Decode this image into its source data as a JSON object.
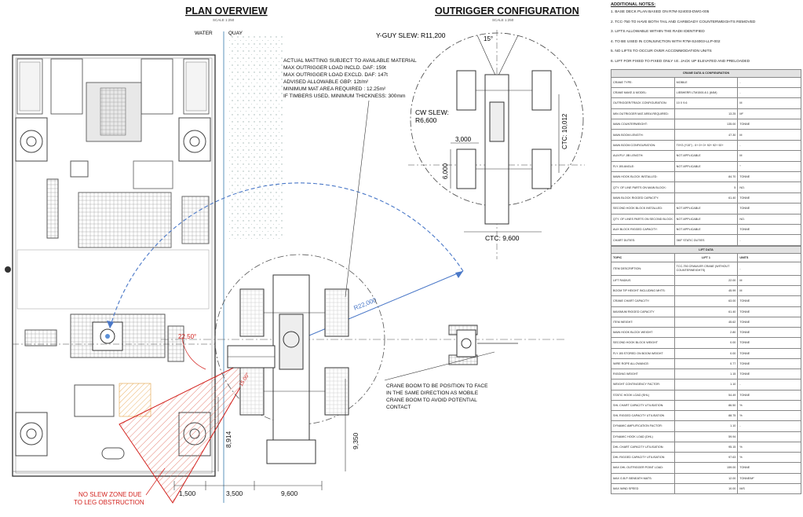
{
  "plan": {
    "title": "PLAN OVERVIEW",
    "scale": "SCALE 1:250",
    "water_label": "WATER",
    "quay_label": "QUAY",
    "matting_note": [
      "ACTUAL MATTING SUBJECT TO AVAILABLE MATERIAL",
      "MAX OUTRIGGER LOAD INCLD. DAF: 159t",
      "MAX OUTRIGGER LOAD EXCLD. DAF: 147t",
      "ADVISED ALLOWABLE GBP: 12t/m²",
      "MINIMUM MAT AREA REQUIRED : 12.25m²",
      "IF TIMBERS USED, MINIMUM THICKNESS: 300mm"
    ],
    "radius_label": "R22,000",
    "angle_label": "22.50°",
    "small_angle_label": "15.00°",
    "no_slew_note": [
      "NO SLEW ZONE DUE",
      "TO LEG OBSTRUCTION"
    ],
    "boom_note": [
      "CRANE BOOM TO BE POSITION TO FACE",
      "IN THE SAME DIRECTION AS MOBILE",
      "CRANE BOOM TO AVOID POTENTIAL",
      "CONTACT"
    ],
    "dims": {
      "d1": "1,500",
      "d2": "3,500",
      "d3": "9,600",
      "v1": "8,914",
      "v2": "9,350"
    }
  },
  "outrigger": {
    "title": "OUTRIGGER CONFIGURATION",
    "scale": "SCALE 1:250",
    "yguy": "Y-GUY SLEW: R11,200",
    "cw_slew": [
      "CW SLEW:",
      "R6,600"
    ],
    "angle": "15°",
    "d3000": "3,000",
    "d6000": "6,000",
    "ctc_v": "CTC: 10,012",
    "ctc_h": "CTC: 9,600"
  },
  "notes": {
    "title": "ADDITIONAL NOTES:",
    "items": [
      "1.  BASE DECK PLAN BASED ON R7M-S24003-DWG-005",
      "2.  TCC-750 TO HAVE BOTH TAIL AND CARBOADY COUNTERWEIGHTS REMOVED",
      "3.  LIFTS ALLOWABLE WITHIN THE RADII IDENTIFIED",
      "4.  TO BE USED IN CONJUNCTION WITH R7M-S24003-LLP-002",
      "5.  NO LIFTS TO OCCUR OVER ACCOMMODATION UNITS",
      "6.  LIFT FOR FIXED TO FIXED ONLY I.E. JACK UP ELEVATED AND PRELOADED"
    ]
  },
  "crane_table": {
    "title": "CRANE DATA & CONFIGURATION",
    "rows": [
      {
        "k": "CRANE TYPE:",
        "v": "MOBILE",
        "u": "-"
      },
      {
        "k": "CRANE MAKE & MODEL:",
        "v": "LIEBHERR LTM1500-8.1 (84m)",
        "u": "-"
      },
      {
        "k": "OUTRIGGER/TRACK CONFIGURATION:",
        "v": "10 X 9.6",
        "u": "m"
      },
      {
        "k": "MIN OUTRIGGER MAT AREA REQUIRED:",
        "v": "13.25",
        "u": "m²"
      },
      {
        "k": "MAIN COUNTERWEIGHT:",
        "v": "135.00",
        "u": "tonne"
      },
      {
        "k": "MAIN BOOM LENGTH:",
        "v": "47.30",
        "u": "m"
      },
      {
        "k": "MAIN BOOM CONFIGURATION:",
        "v": "T0Y3 (Y15\") - 0+ 0+ 0+ 92+ 92+ 92+",
        "u": "-"
      },
      {
        "k": "AUX/FLY JIB LENGTH:",
        "v": "NOT APPLICABLE",
        "u": "m"
      },
      {
        "k": "FLY JIB ANGLE:",
        "v": "NOT APPLICABLE",
        "u": "°"
      },
      {
        "k": "MAIN HOOK BLOCK INSTALLED:",
        "v": "84.70",
        "u": "tonne"
      },
      {
        "k": "QTY. OF LINE PARTS ON MAIN BLOCK:",
        "v": "5",
        "u": "No."
      },
      {
        "k": "MAIN BLOCK RIGGED CAPACITY:",
        "v": "61.40",
        "u": "tonne"
      },
      {
        "k": "SECOND HOOK BLOCK INSTALLED:",
        "v": "NOT APPLICABLE",
        "u": "tonne"
      },
      {
        "k": "QTY. OF LINES PARTS ON SECOND BLOCK:",
        "v": "NOT APPLICABLE",
        "u": "No."
      },
      {
        "k": "AUX BLOCK RIGGED CAPACITY:",
        "v": "NOT APPLICABLE",
        "u": "tonne"
      },
      {
        "k": "CHART DUTIES:",
        "v": "360° STATIC DUTIES",
        "u": "-"
      }
    ]
  },
  "lift_table": {
    "title": "LIFT DATA",
    "headers": {
      "k": "TOPIC",
      "v": "LIFT 1",
      "u": "UNITS"
    },
    "rows": [
      {
        "k": "ITEM DESCRIPTION:",
        "v": "TCC-750 CRAWLER CRANE (WITHOUT COUNTERWEIGHTS)",
        "u": "-",
        "tall": true
      },
      {
        "k": "LIFT RADIUS",
        "v": "22.00",
        "u": "m"
      },
      {
        "k": "BOOM TIP HEIGHT INCLUDING MHTS:",
        "v": "45.99",
        "u": "m"
      },
      {
        "k": "CRANE CHART CAPACITY:",
        "v": "63.00",
        "u": "tonne"
      },
      {
        "k": "MAXIMUM RIGGED CAPACITY",
        "v": "61.40",
        "u": "tonne"
      },
      {
        "k": "ITEM WEIGHT:",
        "v": "45.62",
        "u": "tonne"
      },
      {
        "k": "MAIN HOOK BLOCK WEIGHT",
        "v": "2.80",
        "u": "tonne"
      },
      {
        "k": "SECOND HOOK BLOCK WEIGHT",
        "v": "0.00",
        "u": "tonne"
      },
      {
        "k": "FLY JIB STORED ON BOOM WEIGHT",
        "v": "0.00",
        "u": "tonne"
      },
      {
        "k": "WIRE ROPE ALLOWANCE:",
        "v": "0.77",
        "u": "tonne"
      },
      {
        "k": "RIGGING WEIGHT",
        "v": "1.15",
        "u": "tonne"
      },
      {
        "k": "WEIGHT CONTINGENCY FACTOR:",
        "v": "1.10",
        "u": "-"
      },
      {
        "k": "STATIC HOOK LOAD (SHL)",
        "v": "54.49",
        "u": "tonne"
      },
      {
        "k": "SHL CHART CAPACITY UTILISATION:",
        "v": "86.50",
        "u": "%"
      },
      {
        "k": "SHL RIGGED CAPACITY UTILISATION",
        "v": "88.75",
        "u": "%"
      },
      {
        "k": "DYNAMIC AMPLIFICATION FACTOR:",
        "v": "1.10",
        "u": "-"
      },
      {
        "k": "DYNAMIC HOOK LOAD (DHL)",
        "v": "59.94",
        "u": ""
      },
      {
        "k": "DHL CHART CAPACITY UTILISATION:",
        "v": "95.15",
        "u": "%"
      },
      {
        "k": "DHL RIGGED CAPACITY UTILISATION",
        "v": "97.63",
        "u": "%"
      },
      {
        "k": "MAX DHL OUTRIGGER POINT LOAD:",
        "v": "159.00",
        "u": "tonne"
      },
      {
        "k": "MAX G.B.P. BENEATH MATS:",
        "v": "12.00",
        "u": "tonne/m²"
      },
      {
        "k": "MAX WIND SPEED",
        "v": "10.00",
        "u": "m/s"
      }
    ]
  }
}
